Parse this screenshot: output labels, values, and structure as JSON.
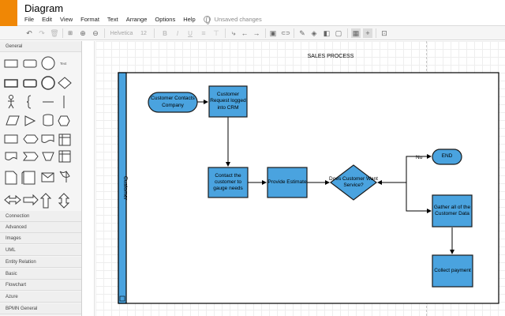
{
  "app": {
    "title": "Diagram"
  },
  "menu": [
    "File",
    "Edit",
    "View",
    "Format",
    "Text",
    "Arrange",
    "Options",
    "Help"
  ],
  "status": {
    "unsaved": "Unsaved changes"
  },
  "toolbar": {
    "font_name": "Helvetica",
    "font_size": "12",
    "bold": "B",
    "italic": "I",
    "underline": "U"
  },
  "sidebar": {
    "general": "General",
    "text_shape": "Text",
    "sections": [
      "Connection",
      "Advanced",
      "Images",
      "UML",
      "Entity Relation",
      "Basic",
      "Flowchart",
      "Azure",
      "BPMN General"
    ]
  },
  "diagram": {
    "title": "SALES PROCESS",
    "pool": "Customer",
    "nodes": {
      "contact": "Customer Contacts Company",
      "request": "Customer Request logged into CRM",
      "gauge": "Contact the customer to gauge needs",
      "estimate": "Provide Estimate",
      "decision": "Does Customer Want Service?",
      "end": "END",
      "gather": "Gather all of the Customer Data",
      "payment": "Collect payment",
      "no_label": "No"
    }
  },
  "colors": {
    "accent": "#f08705",
    "node_fill": "#4aa3df",
    "node_stroke": "#1a1a1a"
  }
}
